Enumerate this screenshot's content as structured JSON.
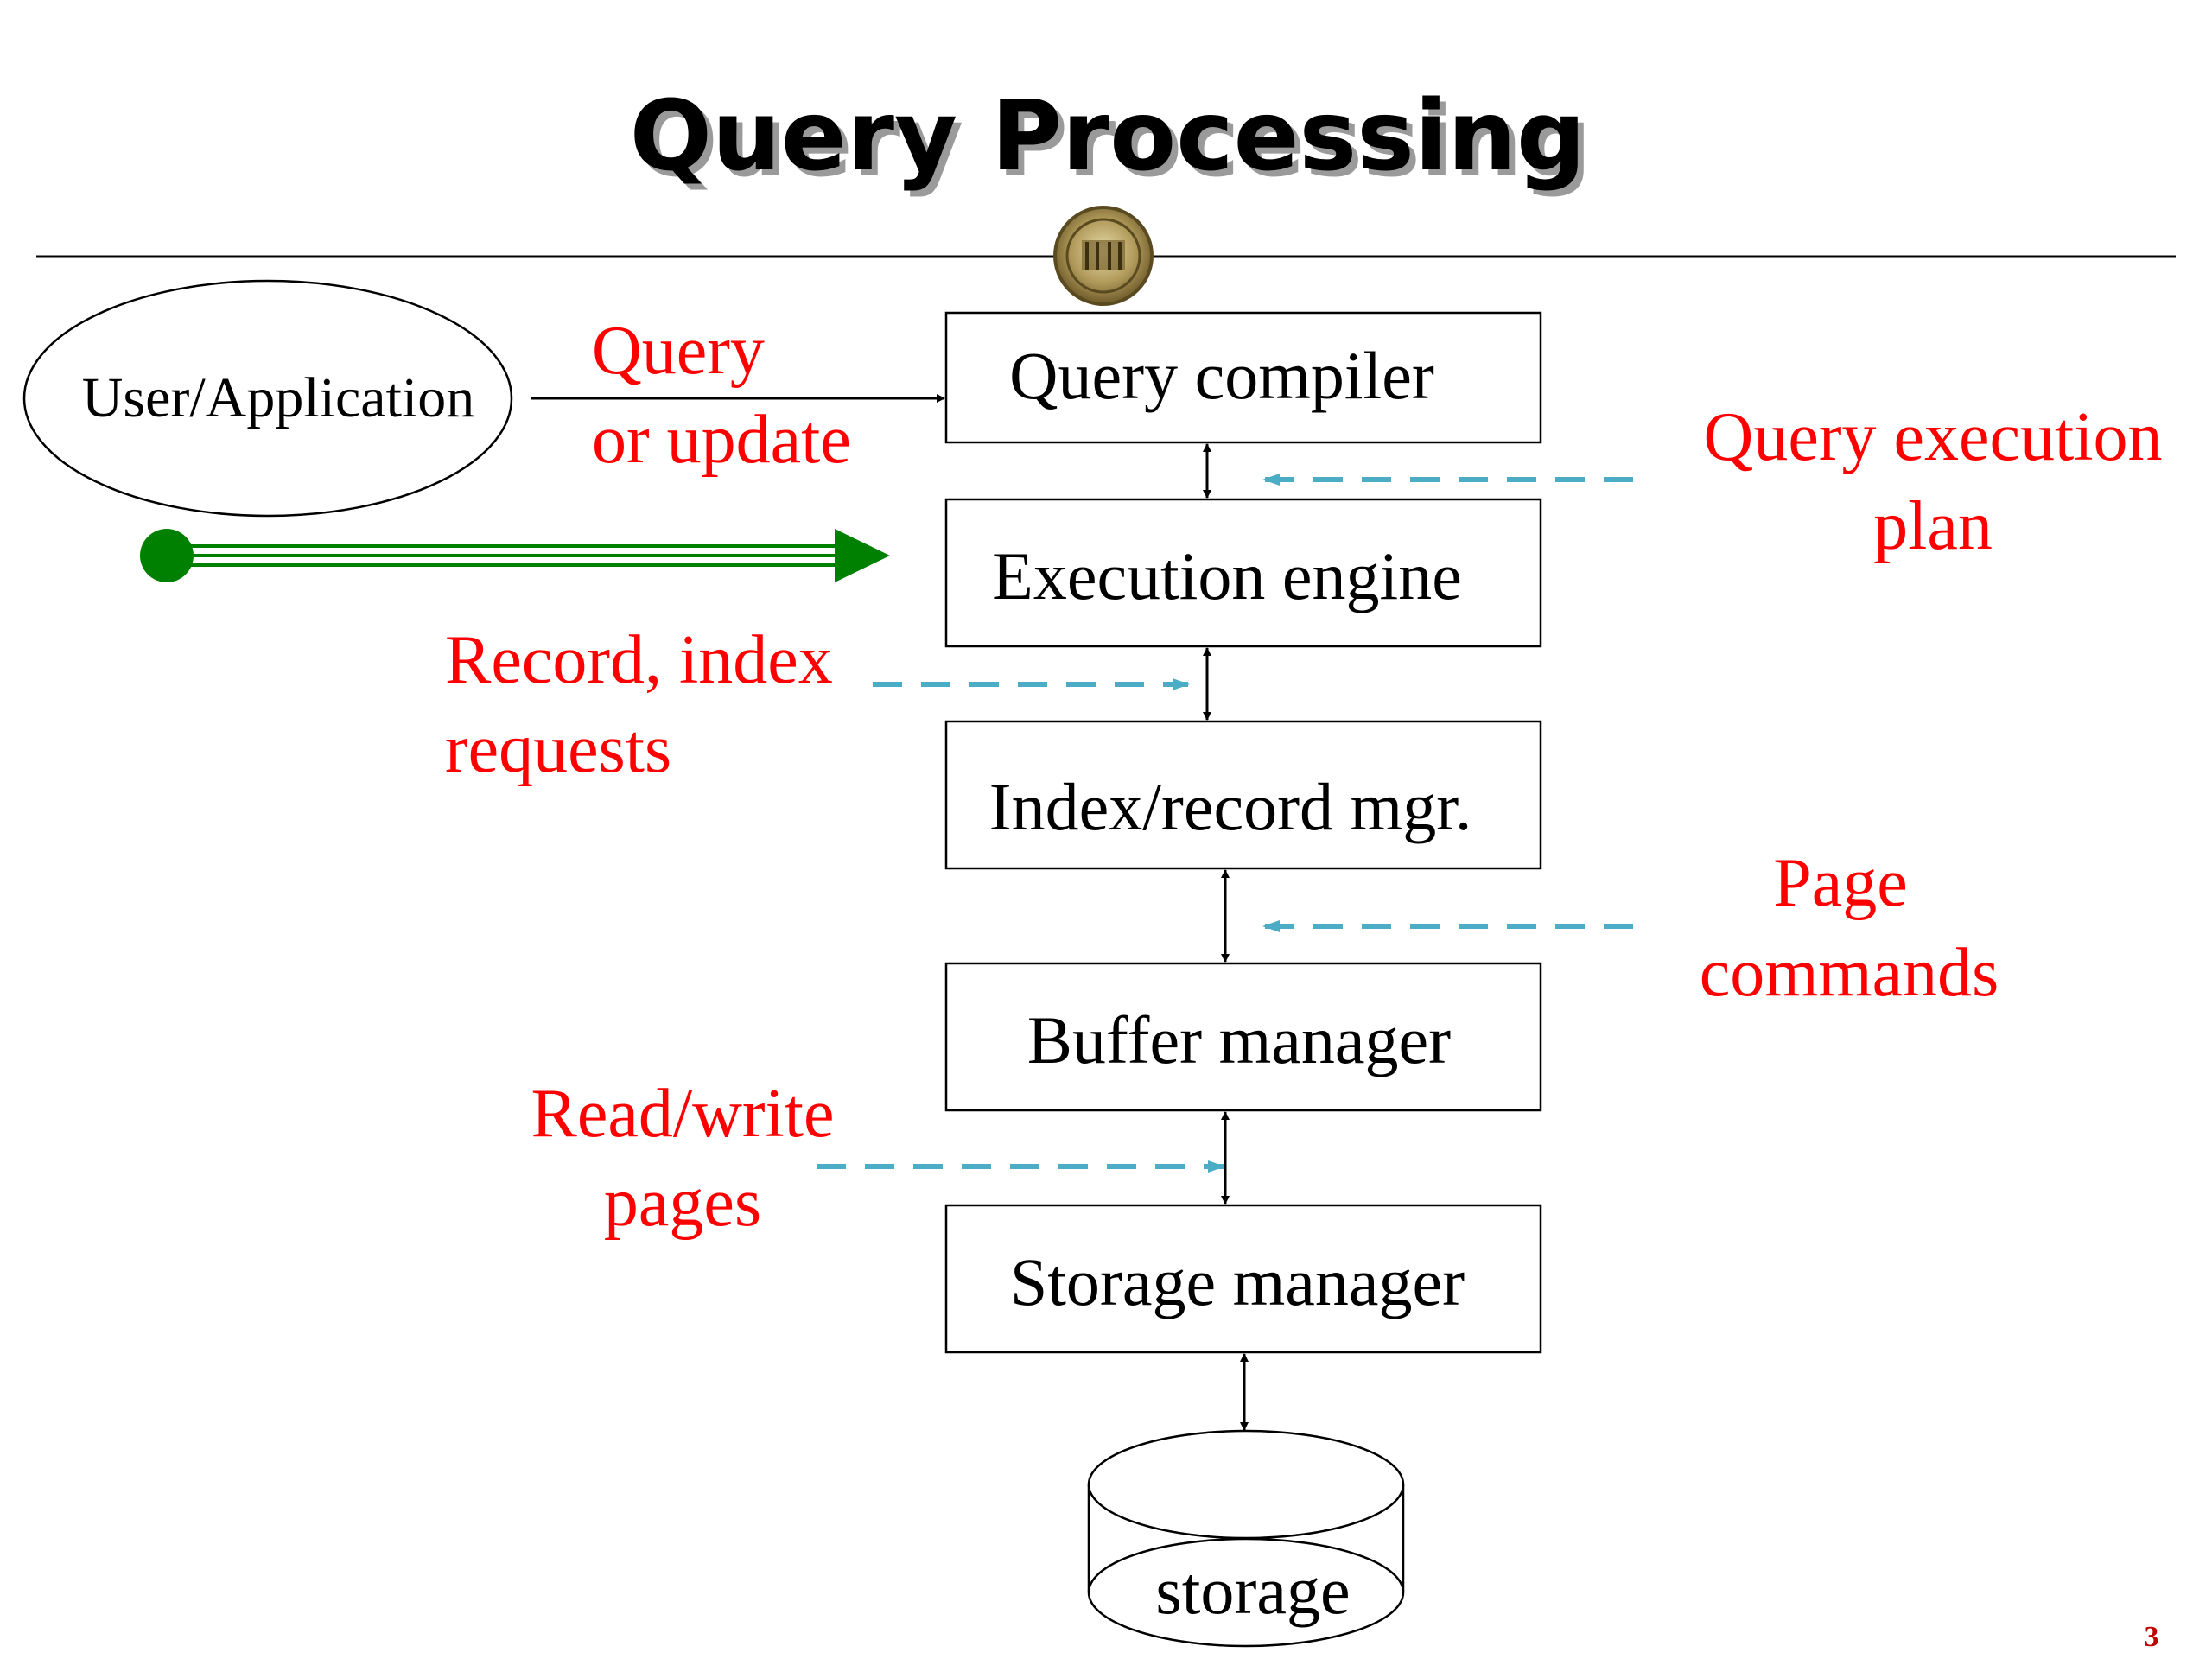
{
  "title": "Query Processing",
  "user_node": {
    "label": "User/Application"
  },
  "components": [
    {
      "id": "query-compiler",
      "label": "Query compiler"
    },
    {
      "id": "execution-engine",
      "label": "Execution engine"
    },
    {
      "id": "index-record-mgr",
      "label": "Index/record mgr."
    },
    {
      "id": "buffer-manager",
      "label": "Buffer manager"
    },
    {
      "id": "storage-manager",
      "label": "Storage manager"
    }
  ],
  "storage": {
    "label": "storage"
  },
  "annotations": {
    "query_update": [
      "Query",
      "or update"
    ],
    "query_plan": [
      "Query execution",
      "plan"
    ],
    "record_requests": [
      "Record, index",
      "requests"
    ],
    "page_commands": [
      "Page",
      "commands"
    ],
    "read_write": [
      "Read/write",
      "pages"
    ]
  },
  "page_number": "3",
  "colors": {
    "annotation": "#ff0000",
    "dashed_arrow": "#4bacc6",
    "pointer": "#008000",
    "seal": "#b09a5a",
    "page_number": "#c00000"
  }
}
